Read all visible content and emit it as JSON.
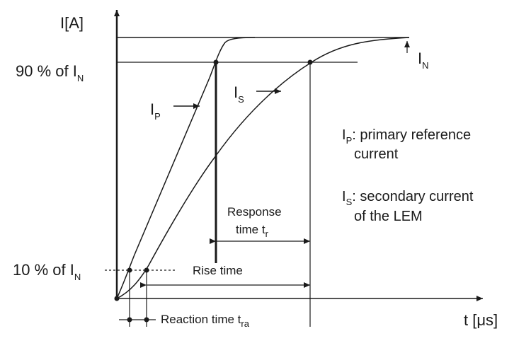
{
  "axes": {
    "y_label": "I[A]",
    "x_label": "t [μs]"
  },
  "levels": {
    "in_label_main": "I",
    "in_label_sub": "N",
    "pct90_prefix": "90 % of I",
    "pct90_sub": "N",
    "pct10_prefix": "10 % of I",
    "pct10_sub": "N"
  },
  "curves": {
    "ip_main": "I",
    "ip_sub": "P",
    "is_main": "I",
    "is_sub": "S"
  },
  "intervals": {
    "response_line1": "Response",
    "response_line2": "time  t",
    "response_sub": "r",
    "rise": "Rise time",
    "reaction": "Reaction time  t",
    "reaction_sub": "ra"
  },
  "legend": {
    "ip_main": "I",
    "ip_sub": "P",
    "ip_text1": ": primary reference",
    "ip_text2": "current",
    "is_main": "I",
    "is_sub": "S",
    "is_text1": ": secondary current",
    "is_text2": "of the LEM"
  },
  "colors": {
    "ink": "#1a1a1a",
    "background": "#ffffff"
  }
}
